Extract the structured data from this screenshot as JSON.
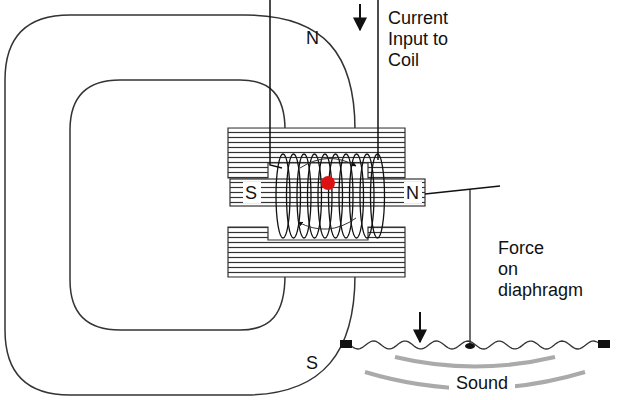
{
  "diagram": {
    "labels": [
      "Current Input to Coil",
      "N",
      "S",
      "N",
      "Force on diaphragm",
      "S",
      "Sound"
    ]
  }
}
